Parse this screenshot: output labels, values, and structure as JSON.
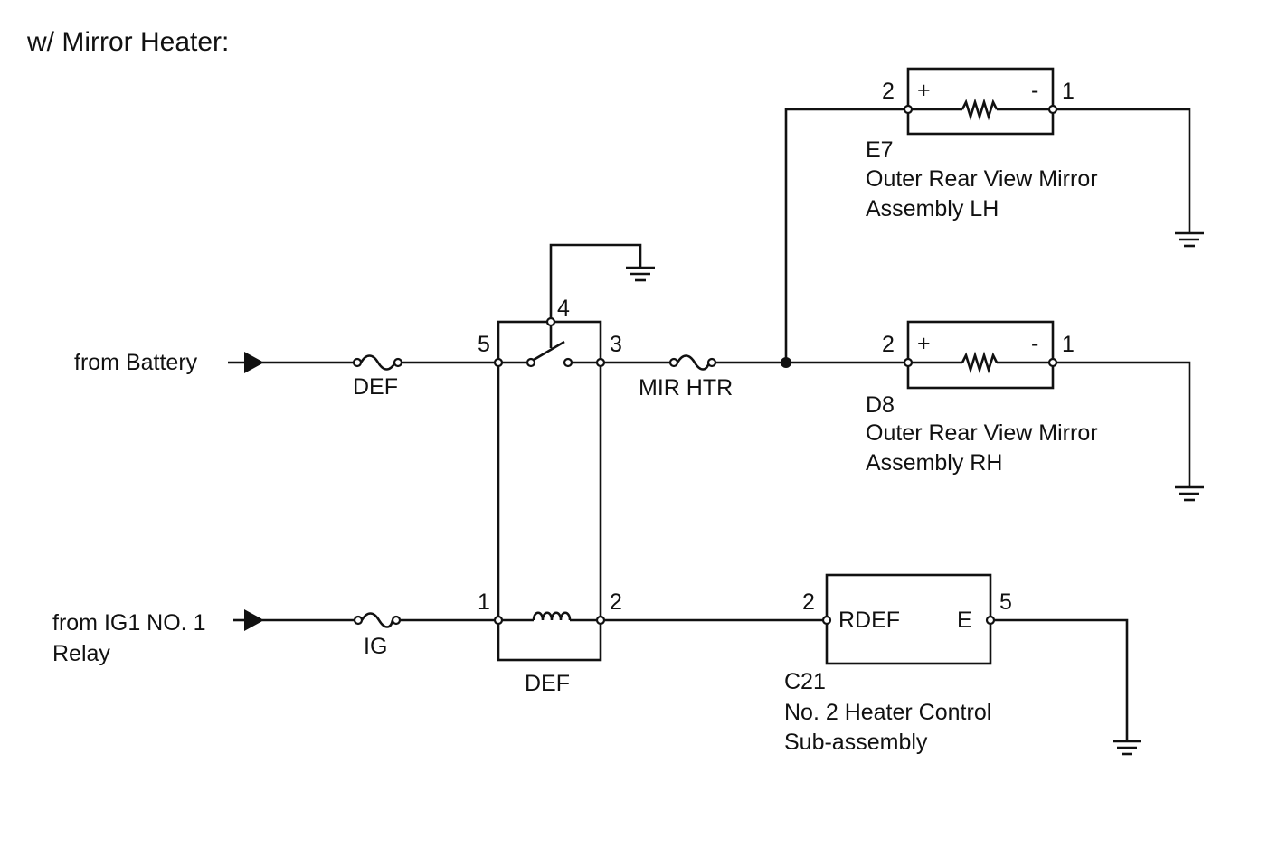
{
  "title": "w/ Mirror Heater:",
  "sources": {
    "battery": "from Battery",
    "ig1_line1": "from IG1 NO. 1",
    "ig1_line2": "Relay"
  },
  "fuses": {
    "def": "DEF",
    "mir_htr": "MIR HTR",
    "ig": "IG"
  },
  "relay": {
    "label": "DEF",
    "pins": {
      "p1": "1",
      "p2": "2",
      "p3": "3",
      "p4": "4",
      "p5": "5"
    }
  },
  "mirror_lh": {
    "code": "E7",
    "name_line1": "Outer Rear View Mirror",
    "name_line2": "Assembly LH",
    "pin_plus": "2",
    "pin_minus": "1",
    "plus_sign": "+",
    "minus_sign": "-"
  },
  "mirror_rh": {
    "code": "D8",
    "name_line1": "Outer Rear View Mirror",
    "name_line2": "Assembly RH",
    "pin_plus": "2",
    "pin_minus": "1",
    "plus_sign": "+",
    "minus_sign": "-"
  },
  "heater_control": {
    "code": "C21",
    "name_line1": "No. 2 Heater Control",
    "name_line2": "Sub-assembly",
    "pin_in": "2",
    "pin_out": "5",
    "terminal_in": "RDEF",
    "terminal_out": "E"
  },
  "colors": {
    "line": "#111111",
    "background": "#ffffff"
  }
}
